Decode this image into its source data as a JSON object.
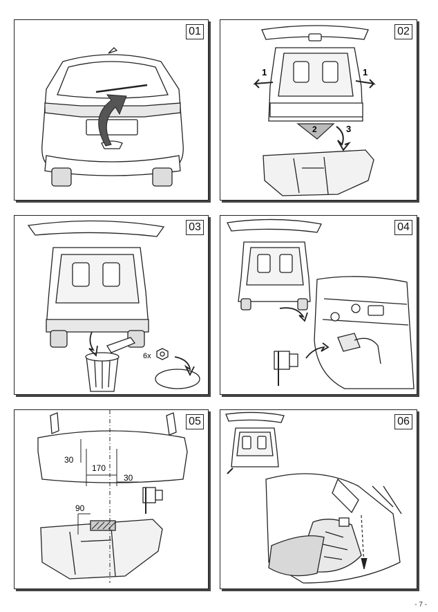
{
  "steps": [
    {
      "number": "01"
    },
    {
      "number": "02",
      "callouts": [
        "1",
        "1",
        "2",
        "3"
      ]
    },
    {
      "number": "03",
      "quantity_label": "6x"
    },
    {
      "number": "04"
    },
    {
      "number": "05",
      "dimensions": [
        "30",
        "170",
        "30",
        "90"
      ]
    },
    {
      "number": "06"
    }
  ],
  "footer": {
    "page_number": "- 7 -"
  },
  "colors": {
    "line": "#222222",
    "fill": "#ffffff",
    "shade": "#cfcfcf",
    "arrow": "#4a4a4a"
  }
}
